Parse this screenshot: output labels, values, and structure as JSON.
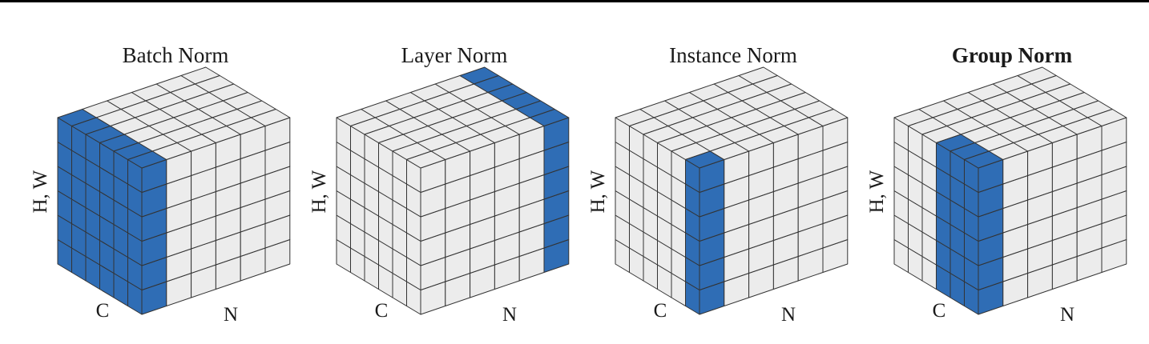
{
  "colors": {
    "highlight": "#2f6db5",
    "cell": "#ececec",
    "edge": "#333333",
    "rule": "#000000"
  },
  "grid": {
    "channels": 6,
    "batch": 6,
    "spatial": 6
  },
  "axes": {
    "vertical": "H, W",
    "channel": "C",
    "batch": "N"
  },
  "panels": [
    {
      "id": "batch-norm",
      "title": "Batch Norm",
      "bold": false,
      "highlight": {
        "c": [
          0,
          5
        ],
        "n": [
          0,
          0
        ]
      }
    },
    {
      "id": "layer-norm",
      "title": "Layer Norm",
      "bold": false,
      "highlight": {
        "c": [
          0,
          5
        ],
        "n": [
          5,
          5
        ]
      }
    },
    {
      "id": "instance-norm",
      "title": "Instance Norm",
      "bold": false,
      "highlight": {
        "c": [
          5,
          5
        ],
        "n": [
          0,
          0
        ]
      }
    },
    {
      "id": "group-norm",
      "title": "Group Norm",
      "bold": true,
      "highlight": {
        "c": [
          3,
          5
        ],
        "n": [
          0,
          0
        ]
      }
    }
  ]
}
